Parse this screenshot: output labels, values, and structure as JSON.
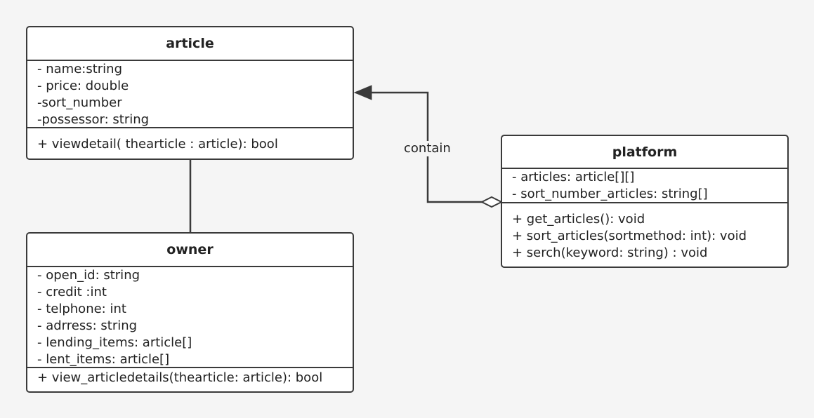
{
  "classes": {
    "article": {
      "name": "article",
      "attributes": [
        "- name:string",
        "- price: double",
        "-sort_number",
        "-possessor: string"
      ],
      "methods": [
        "+ viewdetail( thearticle : article): bool"
      ]
    },
    "owner": {
      "name": "owner",
      "attributes": [
        "- open_id: string",
        "- credit :int",
        "- telphone: int",
        "- adrress: string",
        "- lending_items: article[]",
        "- lent_items: article[]"
      ],
      "methods": [
        "+ view_articledetails(thearticle: article): bool"
      ]
    },
    "platform": {
      "name": "platform",
      "attributes": [
        "- articles: article[][]",
        "- sort_number_articles: string[]"
      ],
      "methods": [
        "+ get_articles(): void",
        "+ sort_articles(sortmethod: int): void",
        "+ serch(keyword: string) : void"
      ]
    }
  },
  "relations": {
    "platform_article": {
      "label": "contain",
      "type": "aggregation"
    },
    "article_owner": {
      "type": "association"
    }
  },
  "colors": {
    "line": "#3a3a3a",
    "background": "#f5f5f5",
    "box": "#ffffff"
  }
}
